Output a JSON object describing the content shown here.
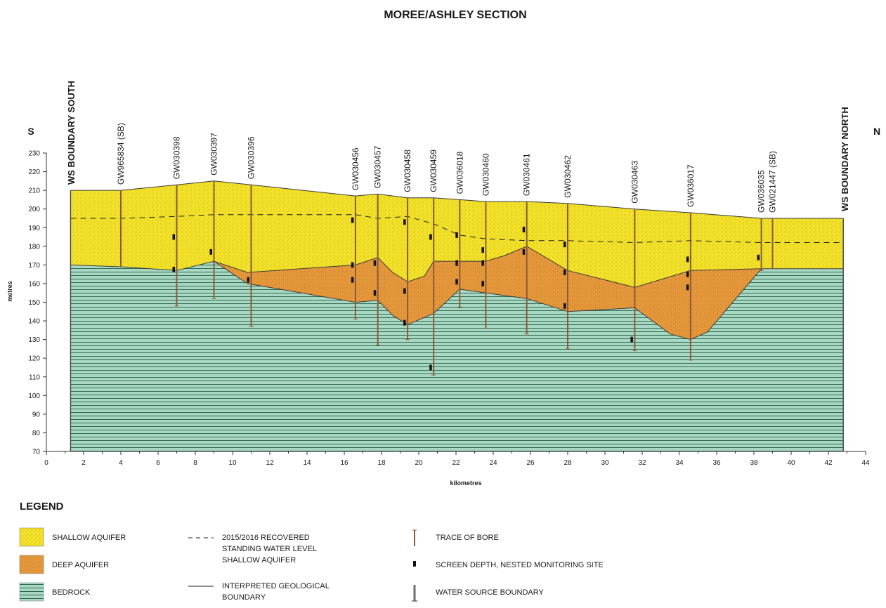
{
  "title": "MOREE/ASHLEY SECTION",
  "direction": {
    "left": "S",
    "right": "N"
  },
  "boundary_labels": {
    "south": "WS BOUNDARY SOUTH",
    "north": "WS BOUNDARY NORTH"
  },
  "colors": {
    "shallow_aquifer": "#f2e029",
    "deep_aquifer": "#e3973a",
    "bedrock": "#a8d8c4",
    "bedrock_lines": "#2f6b4e",
    "bore_trace": "#8b5a3c",
    "boundary_line": "#4a4a4a"
  },
  "chart_data": {
    "type": "cross-section",
    "xlabel": "kilometres",
    "ylabel": "metres",
    "xlim": [
      0,
      44
    ],
    "ylim": [
      70,
      230
    ],
    "x_ticks": [
      0,
      2,
      4,
      6,
      8,
      10,
      12,
      14,
      16,
      18,
      20,
      22,
      24,
      26,
      28,
      30,
      32,
      34,
      36,
      38,
      40,
      42,
      44
    ],
    "y_ticks": [
      70,
      80,
      90,
      100,
      110,
      120,
      130,
      140,
      150,
      160,
      170,
      180,
      190,
      200,
      210,
      220,
      230
    ],
    "ground_surface": [
      [
        1.3,
        210
      ],
      [
        4,
        210
      ],
      [
        7,
        213
      ],
      [
        9,
        215
      ],
      [
        11,
        213
      ],
      [
        16.6,
        207
      ],
      [
        17.8,
        208
      ],
      [
        19.4,
        206
      ],
      [
        20.8,
        206
      ],
      [
        22.2,
        205
      ],
      [
        23.6,
        204
      ],
      [
        25.8,
        204
      ],
      [
        28,
        203
      ],
      [
        31.6,
        200
      ],
      [
        34.6,
        198
      ],
      [
        38.4,
        195
      ],
      [
        42.8,
        195
      ]
    ],
    "shallow_base": [
      [
        1.3,
        170
      ],
      [
        4,
        169
      ],
      [
        7,
        167
      ],
      [
        9,
        172
      ],
      [
        10.8,
        166
      ],
      [
        16.6,
        170
      ],
      [
        17.8,
        174
      ],
      [
        18.6,
        166
      ],
      [
        19.4,
        161
      ],
      [
        20.3,
        164
      ],
      [
        20.8,
        172
      ],
      [
        22.2,
        172
      ],
      [
        23.6,
        172
      ],
      [
        24.6,
        175
      ],
      [
        25.8,
        180
      ],
      [
        28,
        167
      ],
      [
        31.6,
        158
      ],
      [
        34.6,
        167
      ],
      [
        38.4,
        168
      ],
      [
        42.8,
        168
      ]
    ],
    "deep_base": [
      [
        9,
        172
      ],
      [
        10.8,
        160
      ],
      [
        16.6,
        150
      ],
      [
        17.8,
        151
      ],
      [
        18.6,
        143
      ],
      [
        19.4,
        138
      ],
      [
        20.8,
        144
      ],
      [
        22.2,
        157
      ],
      [
        23.6,
        155
      ],
      [
        25.8,
        152
      ],
      [
        28,
        145
      ],
      [
        31.6,
        147
      ],
      [
        33.5,
        133
      ],
      [
        34.6,
        130
      ],
      [
        35.5,
        134
      ],
      [
        38.4,
        168
      ]
    ],
    "water_level": [
      [
        1.3,
        195
      ],
      [
        4,
        195
      ],
      [
        7,
        196
      ],
      [
        9,
        197
      ],
      [
        11,
        197
      ],
      [
        16.6,
        197
      ],
      [
        17.8,
        195
      ],
      [
        19.4,
        196
      ],
      [
        20.8,
        192
      ],
      [
        22.2,
        186
      ],
      [
        23.6,
        184
      ],
      [
        25.8,
        183
      ],
      [
        28,
        183
      ],
      [
        31.6,
        182
      ],
      [
        34.6,
        183
      ],
      [
        38.4,
        182
      ],
      [
        42.8,
        182
      ]
    ],
    "bores": [
      {
        "name": "GW965834 (SB)",
        "x": 4.0,
        "top": 210,
        "bottom": 169,
        "screens": []
      },
      {
        "name": "GW030398",
        "x": 7.0,
        "top": 213,
        "bottom": 148,
        "screens": [
          185,
          167.5
        ]
      },
      {
        "name": "GW030397",
        "x": 9.0,
        "top": 215,
        "bottom": 152,
        "screens": [
          177
        ]
      },
      {
        "name": "GW030396",
        "x": 11.0,
        "top": 213,
        "bottom": 137,
        "screens": [
          162
        ]
      },
      {
        "name": "GW030456",
        "x": 16.6,
        "top": 207,
        "bottom": 141,
        "screens": [
          194,
          170,
          162
        ]
      },
      {
        "name": "GW030457",
        "x": 17.8,
        "top": 208,
        "bottom": 127,
        "screens": [
          171,
          155
        ]
      },
      {
        "name": "GW030458",
        "x": 19.4,
        "top": 206,
        "bottom": 130,
        "screens": [
          193,
          156,
          139
        ]
      },
      {
        "name": "GW030459",
        "x": 20.8,
        "top": 206,
        "bottom": 111,
        "screens": [
          185,
          115
        ]
      },
      {
        "name": "GW036018",
        "x": 22.2,
        "top": 205,
        "bottom": 147,
        "screens": [
          186,
          171,
          161
        ]
      },
      {
        "name": "GW030460",
        "x": 23.6,
        "top": 204,
        "bottom": 136,
        "screens": [
          178,
          171,
          160
        ]
      },
      {
        "name": "GW030461",
        "x": 25.8,
        "top": 204,
        "bottom": 133,
        "screens": [
          189,
          177
        ]
      },
      {
        "name": "GW030462",
        "x": 28.0,
        "top": 203,
        "bottom": 125,
        "screens": [
          181,
          166,
          148
        ]
      },
      {
        "name": "GW030463",
        "x": 31.6,
        "top": 200,
        "bottom": 124,
        "screens": [
          130
        ]
      },
      {
        "name": "GW036017",
        "x": 34.6,
        "top": 198,
        "bottom": 119,
        "screens": [
          173,
          165,
          158
        ]
      },
      {
        "name": "GW036035",
        "x": 38.4,
        "top": 195,
        "bottom": 167,
        "screens": [
          174
        ]
      },
      {
        "name": "GW021447 (SB)",
        "x": 39.0,
        "top": 195,
        "bottom": 168,
        "screens": []
      }
    ],
    "boundaries": [
      {
        "side": "south",
        "x": 1.3
      },
      {
        "side": "north",
        "x": 42.8
      }
    ]
  },
  "legend": {
    "heading": "LEGEND",
    "items": [
      {
        "key": "shallow",
        "label": "SHALLOW AQUIFER"
      },
      {
        "key": "deep",
        "label": "DEEP AQUIFER"
      },
      {
        "key": "bedrock",
        "label": "BEDROCK"
      },
      {
        "key": "water_level",
        "lines": [
          "2015/2016 RECOVERED",
          "STANDING WATER LEVEL",
          "SHALLOW AQUIFER"
        ]
      },
      {
        "key": "geo_boundary",
        "lines": [
          "INTERPRETED GEOLOGICAL",
          "BOUNDARY"
        ]
      },
      {
        "key": "bore_trace",
        "label": "TRACE OF BORE"
      },
      {
        "key": "screen",
        "label": "SCREEN DEPTH, NESTED MONITORING SITE"
      },
      {
        "key": "ws_boundary",
        "label": "WATER SOURCE BOUNDARY"
      }
    ]
  }
}
